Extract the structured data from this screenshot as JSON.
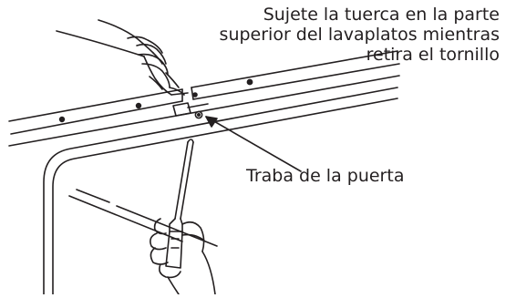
{
  "diagram": {
    "instruction_lines": [
      "Sujete la tuerca en la parte",
      "superior del lavaplatos mientras",
      "retira el tornillo"
    ],
    "latch_label": "Traba de la puerta"
  },
  "colors": {
    "ink": "#231f20",
    "background": "#ffffff"
  }
}
